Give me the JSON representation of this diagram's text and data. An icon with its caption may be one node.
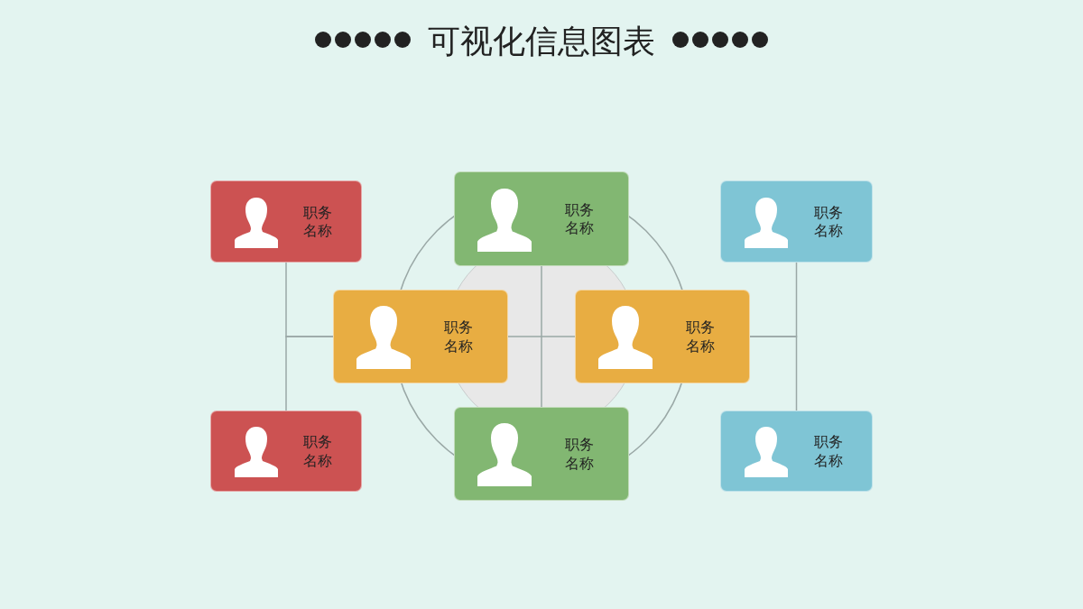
{
  "diagram": {
    "title": "可视化信息图表",
    "nodes": [
      {
        "text": [
          "职务名称"
        ]
      },
      {
        "text": [
          "职务名称"
        ]
      },
      {
        "text": [
          "职务名称"
        ]
      },
      {
        "text": [
          "职务名称"
        ]
      },
      {
        "text": [
          "职务名称"
        ]
      },
      {
        "text": [
          "职务名称"
        ]
      },
      {
        "text": [
          "职务名称"
        ]
      },
      {
        "text": [
          "职务名称"
        ]
      }
    ],
    "edges": [
      {
        "from": 0,
        "to": 3,
        "arrow": "none"
      },
      {
        "from": 5,
        "to": 3,
        "arrow": "none"
      },
      {
        "from": 1,
        "to": 6,
        "arrow": "none"
      },
      {
        "from": 3,
        "to": 4,
        "arrow": "none"
      },
      {
        "from": 2,
        "to": 4,
        "arrow": "none"
      },
      {
        "from": 7,
        "to": 4,
        "arrow": "none"
      }
    ]
  }
}
